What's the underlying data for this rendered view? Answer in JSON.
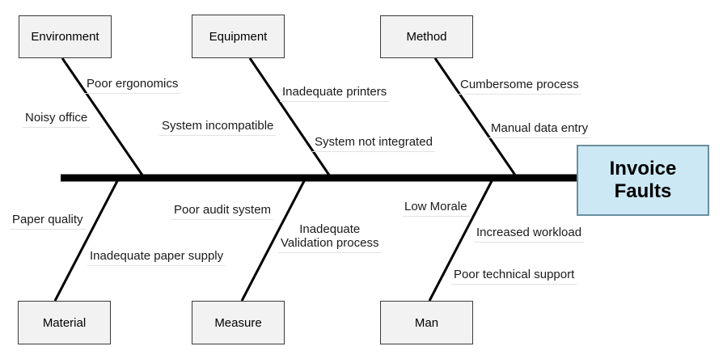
{
  "effect": {
    "line1": "Invoice",
    "line2": "Faults"
  },
  "categories": {
    "environment": "Environment",
    "equipment": "Equipment",
    "method": "Method",
    "material": "Material",
    "measure": "Measure",
    "man": "Man"
  },
  "causes": {
    "poor_ergonomics": "Poor ergonomics",
    "noisy_office": "Noisy office",
    "inadequate_printers": "Inadequate printers",
    "system_incompatible": "System incompatible",
    "system_not_integrated": "System not integrated",
    "cumbersome_process": "Cumbersome process",
    "manual_data_entry": "Manual data entry",
    "paper_quality": "Paper quality",
    "inadequate_paper_supply": "Inadequate paper supply",
    "poor_audit_system": "Poor audit system",
    "inadequate_validation_line1": "Inadequate",
    "inadequate_validation_line2": "Validation process",
    "low_morale": "Low Morale",
    "increased_workload": "Increased workload",
    "poor_technical_support": "Poor technical support"
  },
  "colors": {
    "line": "#000000",
    "box_fill": "#f2f2f2",
    "effect_fill": "#cce8f4",
    "effect_border": "#6a8f9f"
  }
}
